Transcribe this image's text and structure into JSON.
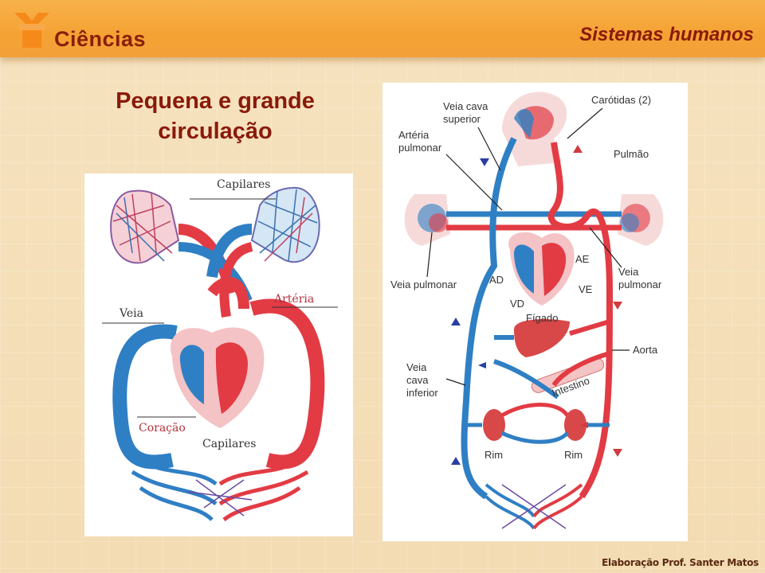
{
  "header": {
    "subject": "Ciências",
    "topic": "Sistemas humanos"
  },
  "slide": {
    "title_line1": "Pequena e grande",
    "title_line2": "circulação",
    "credit": "Elaboração Prof. Santer Matos"
  },
  "left_diagram": {
    "labels": {
      "capilares_top": "Capilares",
      "veia": "Veia",
      "arteria": "Artéria",
      "coracao": "Coração",
      "capilares_bottom": "Capilares"
    }
  },
  "right_diagram": {
    "labels": {
      "veia_cava_superior_1": "Veia cava",
      "veia_cava_superior_2": "superior",
      "carotidas": "Carótidas (2)",
      "arteria_pulmonar_1": "Artéria",
      "arteria_pulmonar_2": "pulmonar",
      "pulmao": "Pulmão",
      "ae": "AE",
      "ad": "AD",
      "veia_pulmonar_left": "Veia pulmonar",
      "veia_pulmonar_right_1": "Veia",
      "veia_pulmonar_right_2": "pulmonar",
      "ve": "VE",
      "vd": "VD",
      "figado": "Fígado",
      "aorta": "Aorta",
      "veia_cava_inferior_1": "Veia",
      "veia_cava_inferior_2": "cava",
      "veia_cava_inferior_3": "inferior",
      "intestino": "Intestino",
      "rim_left": "Rim",
      "rim_right": "Rim"
    }
  },
  "colors": {
    "vein_blue": "#2f7fc4",
    "artery_red": "#e23b44",
    "title_red": "#8a1a0a",
    "header_orange": "#f5a234"
  }
}
